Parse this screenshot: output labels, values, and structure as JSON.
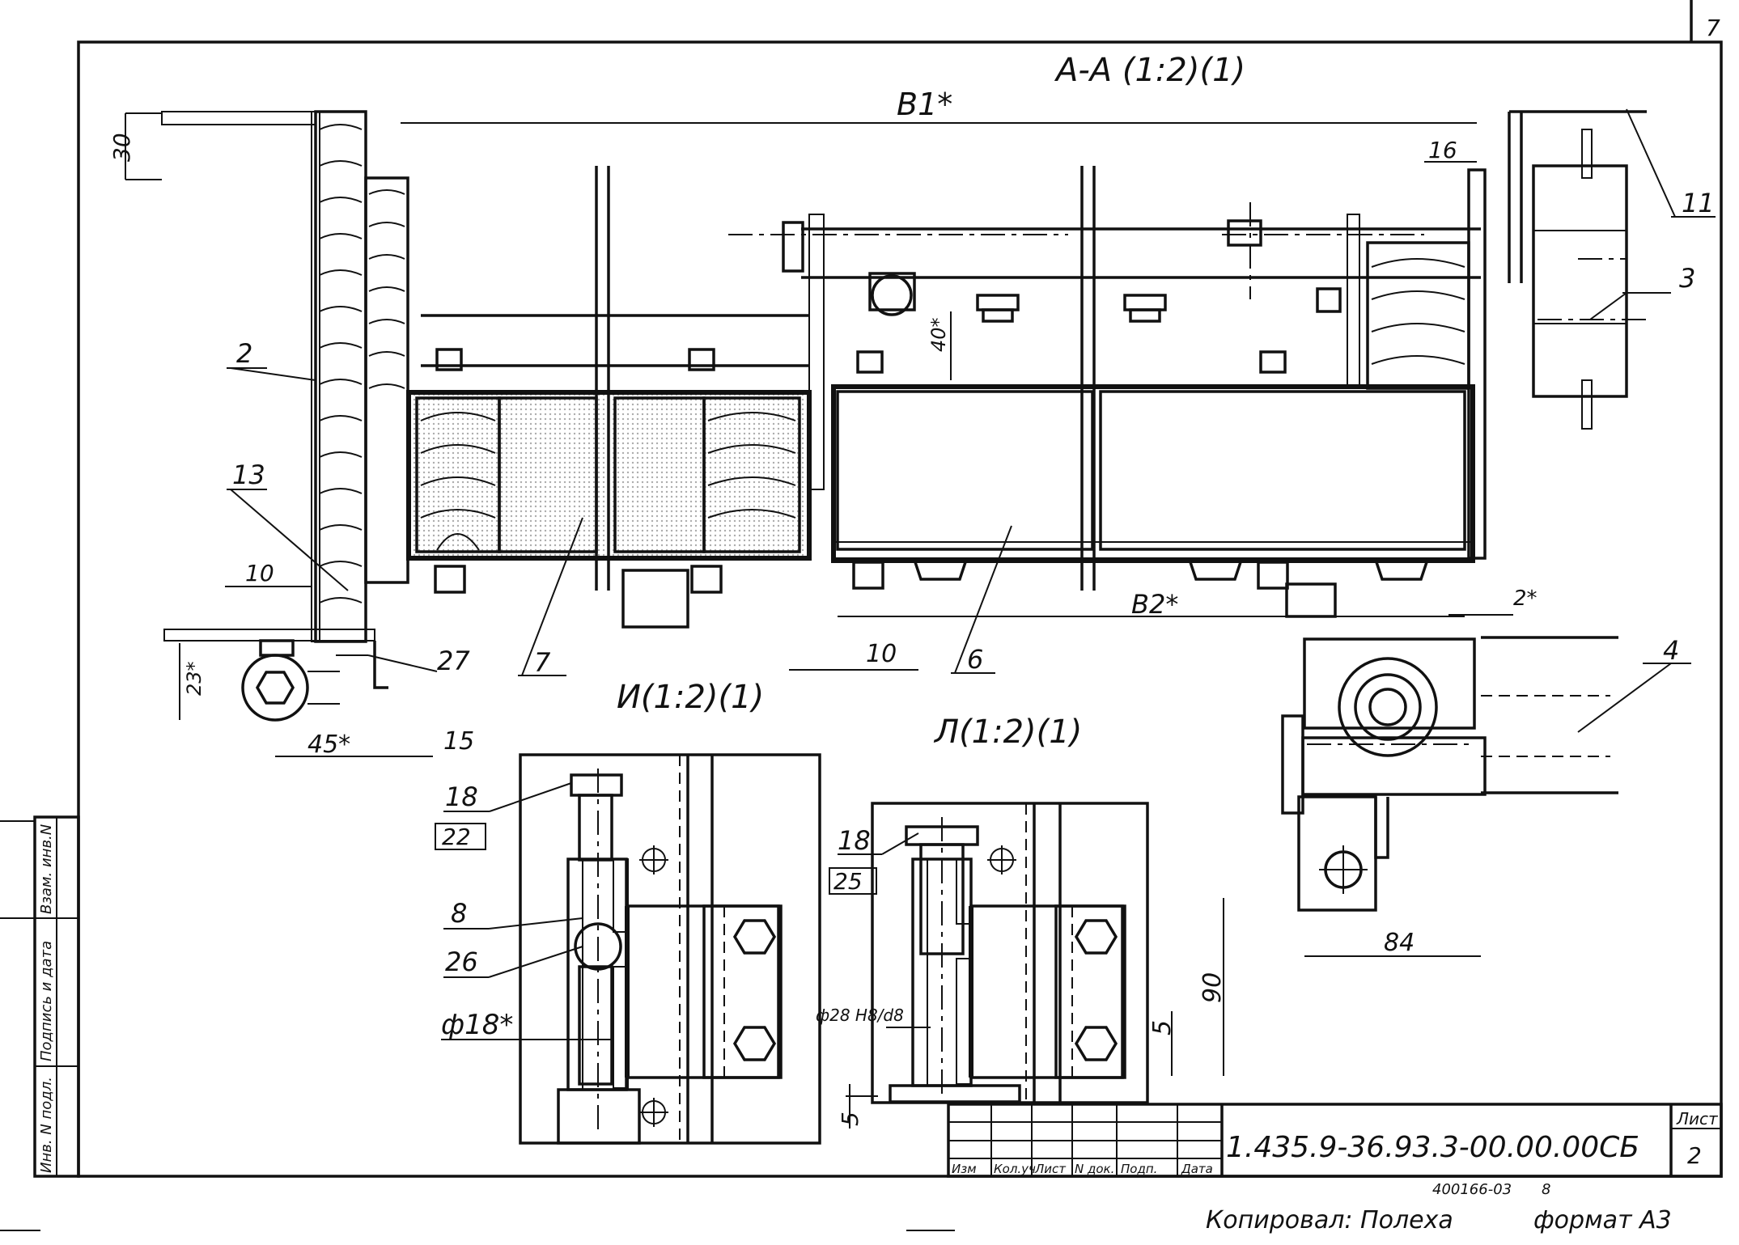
{
  "page_number": "7",
  "section_titles": {
    "aa": "А-А (1:2)(1)",
    "i": "И(1:2)(1)",
    "l": "Л(1:2)(1)"
  },
  "dimensions": {
    "b1": "B1*",
    "b2": "B2*",
    "d30": "30",
    "d16": "16",
    "d40": "40*",
    "d10a": "10",
    "d10b": "10",
    "d23": "23*",
    "d45": "45*",
    "d15": "15",
    "d2": "2*",
    "d84": "84",
    "d90": "90",
    "d5a": "5",
    "d5b": "5",
    "phi18": "ф18*",
    "phi28": "ф28 Н8/d8"
  },
  "callouts": [
    "2",
    "13",
    "10",
    "27",
    "7",
    "6",
    "3",
    "4",
    "11",
    "18",
    "22",
    "8",
    "26",
    "18",
    "25"
  ],
  "title_block": {
    "document_code": "1.435.9-36.93.3-00.00.00СБ",
    "sheet_label": "Лист",
    "sheet_number": "2",
    "columns": [
      "Изм",
      "Кол.уч",
      "Лист",
      "N док.",
      "Подп.",
      "Дата"
    ]
  },
  "side_stamp": [
    "Инв. N подл.",
    "Подпись и дата",
    "Взам. инв.N"
  ],
  "footer": {
    "copied_by": "Копировал: Полеха",
    "format": "формат А3",
    "order_number": "400166-03",
    "order_suffix": "8"
  }
}
